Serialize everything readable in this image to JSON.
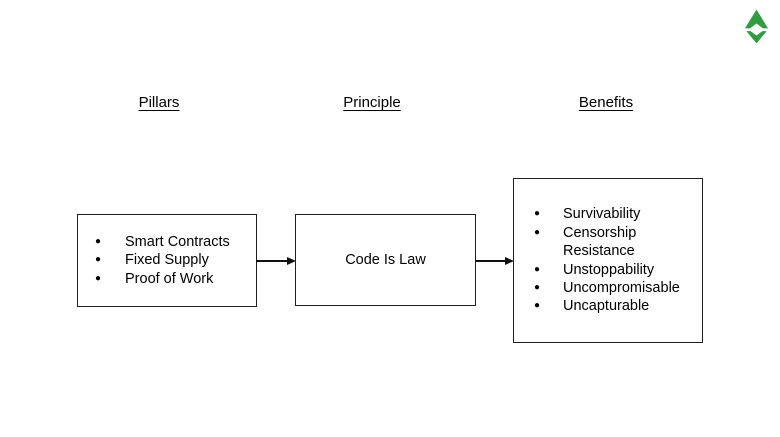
{
  "slide": {
    "background": "#ffffff"
  },
  "logo": {
    "name": "Ethereum Classic logo",
    "color": "#2f9e41"
  },
  "columns": [
    {
      "header": "Pillars"
    },
    {
      "header": "Principle"
    },
    {
      "header": "Benefits"
    }
  ],
  "pillars_box": {
    "items": [
      "Smart Contracts",
      "Fixed Supply",
      "Proof of Work"
    ]
  },
  "principle_box": {
    "label": "Code Is Law"
  },
  "benefits_box": {
    "items": [
      "Survivability",
      "Censorship Resistance",
      "Unstoppability",
      "Uncompromisable",
      "Uncapturable"
    ]
  },
  "colors": {
    "logo_green": "#2f9e41",
    "box_border": "#1f1f1f",
    "arrow": "#111111",
    "text": "#000000"
  }
}
